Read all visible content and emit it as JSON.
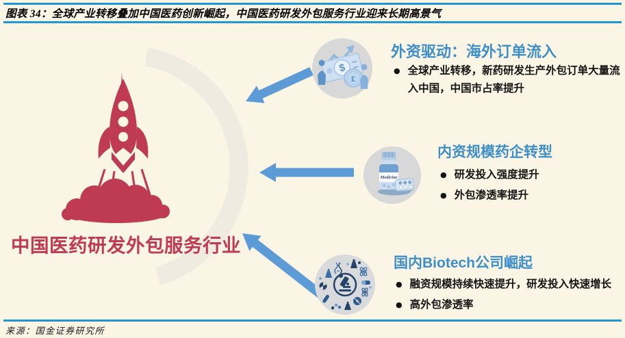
{
  "figure": {
    "title": "图表 34：全球产业转移叠加中国医药创新崛起，中国医药研发外包服务行业迎来长期高景气",
    "source": "来源：国金证券研究所"
  },
  "center": {
    "label": "中国医药研发外包服务行业",
    "icon": "rocket-launch-icon"
  },
  "sections": [
    {
      "icon": "overseas-funding-icon",
      "title": "外资驱动：海外订单流入",
      "bullets": [
        "全球产业转移，新药研发生产外包订单大量流入中国，中国市占率提升"
      ]
    },
    {
      "icon": "medicine-bottle-icon",
      "title": "内资规模药企转型",
      "bullets": [
        "研发投入强度提升",
        "外包渗透率提升"
      ]
    },
    {
      "icon": "biotech-research-icon",
      "title": "国内Biotech公司崛起",
      "bullets": [
        "融资规模持续快速提升，研发投入快速增长",
        "高外包渗透率"
      ]
    }
  ],
  "icon_text": {
    "dollar": "$",
    "pound": "£",
    "medicine": "Medicine"
  },
  "ui": {
    "bullet_marker": "●"
  },
  "colors": {
    "rule_blue": "#1E95D4",
    "heading_blue": "#3E8FC9",
    "arrow_blue": "#5C9BD6",
    "accent_red": "#BE3B53",
    "background_cream": "#FBF5E6",
    "ring_gray": "#EFEBE0",
    "icon_circle_gray": "#D8D8D8"
  }
}
